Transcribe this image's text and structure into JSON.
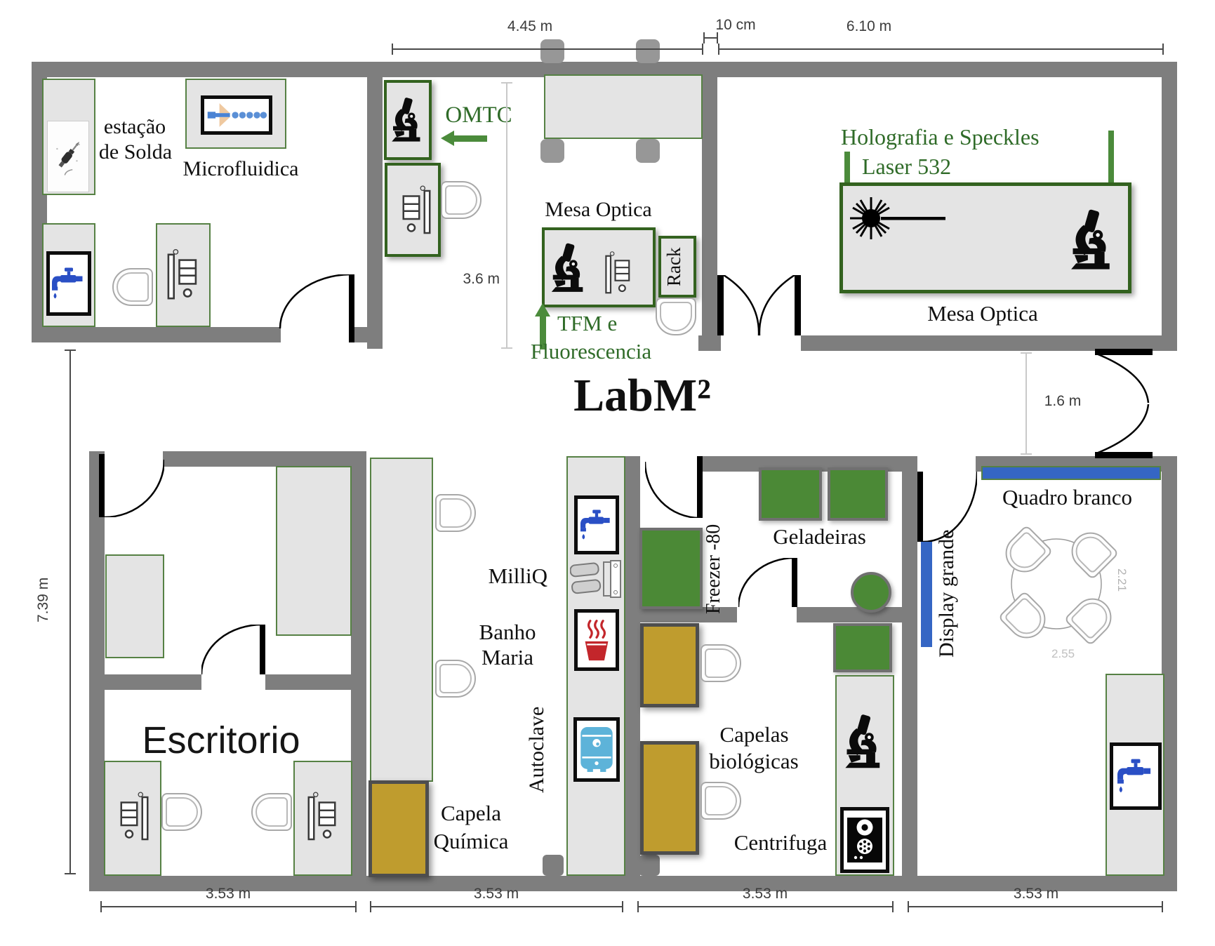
{
  "title": "LabM²",
  "rooms": {
    "soldering": {
      "label_line1": "estação",
      "label_line2": "de Solda",
      "microfluidics_label": "Microfluidica"
    },
    "optics_middle": {
      "omtc_label": "OMTC",
      "mesa_optica_label": "Mesa Optica",
      "rack_label": "Rack",
      "tfm_label_line1": "TFM e",
      "tfm_label_line2": "Fluorescencia"
    },
    "optics_right": {
      "holography_label": "Holografia e Speckles",
      "laser_label": "Laser 532",
      "mesa_optica_label": "Mesa Optica"
    },
    "office": {
      "label": "Escritorio"
    },
    "chemistry": {
      "milliq_label": "MilliQ",
      "banho_label_line1": "Banho",
      "banho_label_line2": "Maria",
      "autoclave_label": "Autoclave",
      "capela_label_line1": "Capela",
      "capela_label_line2": "Química"
    },
    "biology": {
      "freezer_label": "Freezer -80",
      "fridges_label": "Geladeiras",
      "capelas_label_line1": "Capelas",
      "capelas_label_line2": "biológicas",
      "centrifuge_label": "Centrifuga"
    },
    "meeting": {
      "whiteboard_label": "Quadro branco",
      "display_label": "Display grande",
      "faint_dim_1": "2.21",
      "faint_dim_2": "2.55"
    }
  },
  "dimensions": {
    "middle_room_width": "4.45 m",
    "wall_gap": "10 cm",
    "right_room_width": "6.10 m",
    "optics_depth": "3.6 m",
    "left_height": "7.39 m",
    "corridor_height": "1.6 m",
    "bottom_room_1": "3.53 m",
    "bottom_room_2": "3.53 m",
    "bottom_room_3": "3.53 m",
    "bottom_room_4": "3.53 m"
  },
  "colors": {
    "wall": "#7e7e7e",
    "bench_fill": "#e4e4e4",
    "bench_border": "#568144",
    "equipment_green": "#4b8936",
    "cabinet_gold": "#bf9c2e",
    "accent_blue": "#3566c4",
    "annotation_green": "#2f6b28",
    "banho_red": "#c3262b",
    "autoclave_blue": "#5db3d9"
  }
}
